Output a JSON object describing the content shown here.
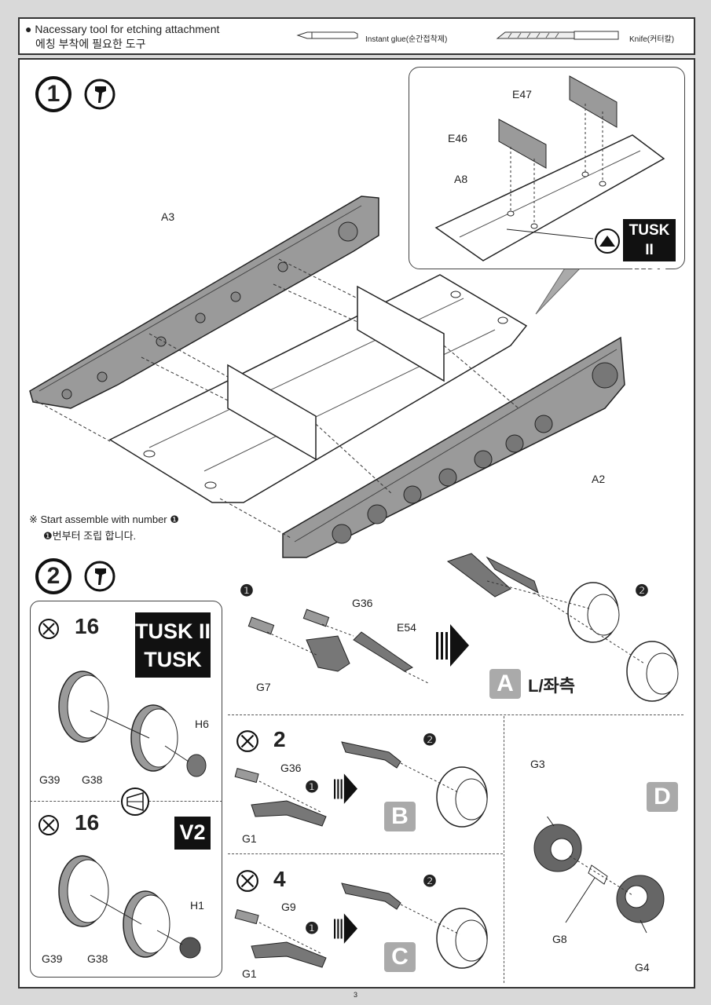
{
  "header": {
    "bullet": "●",
    "tool_title": "Nacessary tool for etching attachment",
    "tool_title_ko": "에칭 부착에 필요한 도구",
    "glue_label": "Instant glue(순간접착제)",
    "knife_label": "Knife(커터칼)"
  },
  "step1": {
    "number": "1",
    "parts": {
      "a3": "A3",
      "a2": "A2",
      "e47": "E47",
      "e46": "E46",
      "a8": "A8"
    },
    "variant_lines": [
      "TUSK II",
      "TUSK"
    ],
    "note": "※ Start assemble with number ❶",
    "note_ko": "❶번부터 조립 합니다."
  },
  "step2": {
    "number": "2",
    "box1": {
      "count": "16",
      "variant_lines": [
        "TUSK II",
        "TUSK"
      ],
      "parts": [
        "G39",
        "G38",
        "H6"
      ]
    },
    "box2": {
      "count": "16",
      "variant": "V2",
      "parts": [
        "G39",
        "G38",
        "H1"
      ]
    },
    "assy_a": {
      "label": "A",
      "side": "L/좌측",
      "parts": [
        "G36",
        "E54",
        "G7"
      ],
      "sub1": "❶",
      "sub2": "❷"
    },
    "assy_b": {
      "label": "B",
      "count": "2",
      "parts": [
        "G36",
        "G1"
      ],
      "sub1": "❶",
      "sub2": "❷"
    },
    "assy_c": {
      "label": "C",
      "count": "4",
      "parts": [
        "G9",
        "G1"
      ],
      "sub1": "❶",
      "sub2": "❷"
    },
    "assy_d": {
      "label": "D",
      "parts": [
        "G3",
        "G8",
        "G4"
      ]
    }
  },
  "footer": {
    "page_number": "3"
  },
  "colors": {
    "part_grey": "#9a9a9a",
    "paper": "#ffffff",
    "badge_grey": "#aaaaaa"
  }
}
